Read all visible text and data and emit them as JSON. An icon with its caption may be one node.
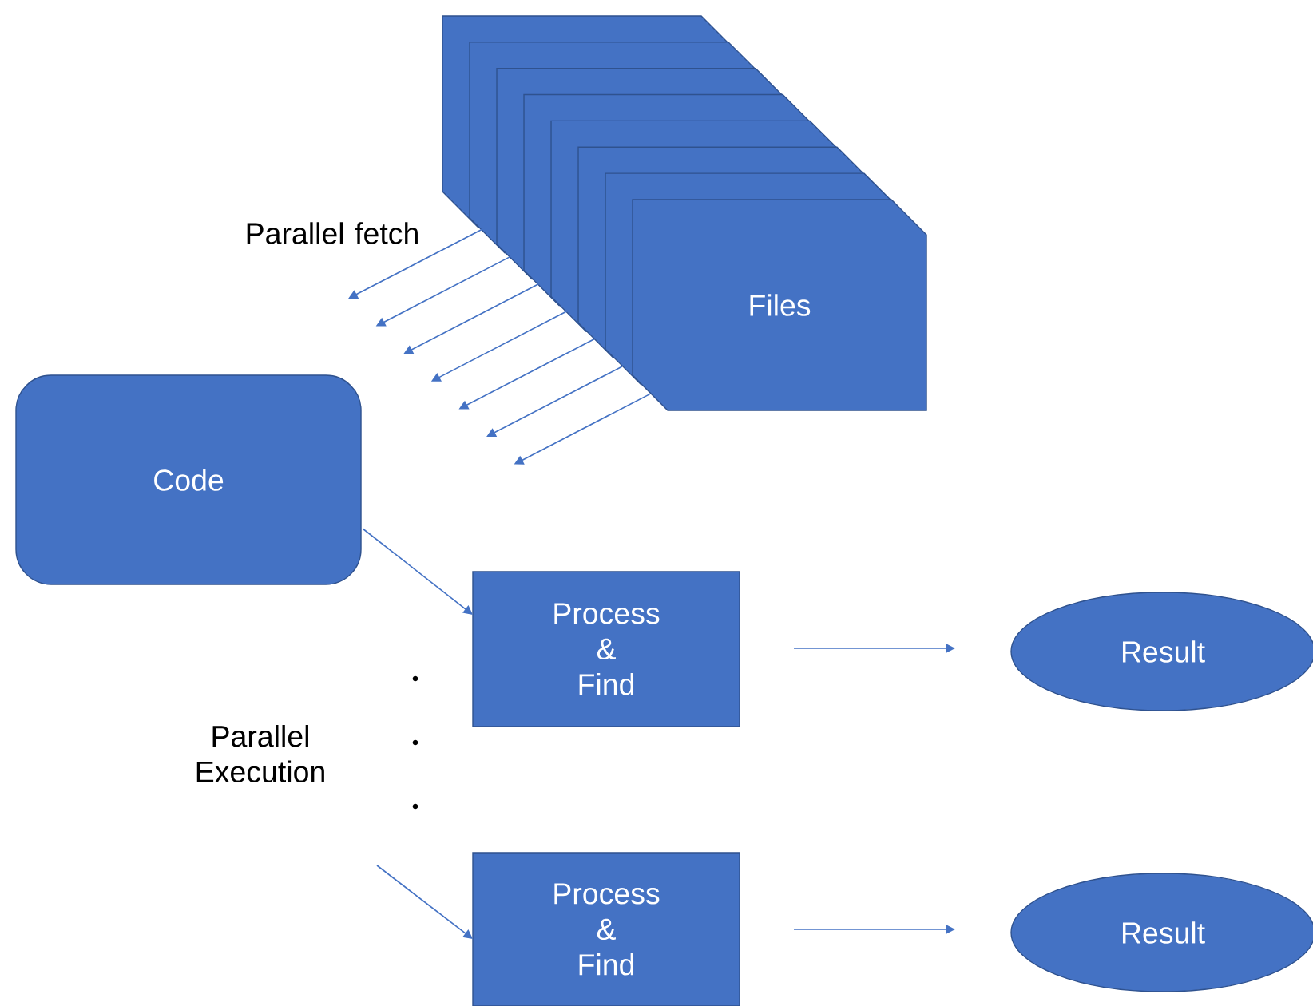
{
  "diagram": {
    "nodes": [
      {
        "text": [
          "Files"
        ]
      },
      {
        "text": [
          "Code"
        ]
      },
      {
        "text": [
          "Process & Find"
        ]
      },
      {
        "text": [
          "Result"
        ]
      },
      {
        "text": [
          "Process & Find"
        ]
      },
      {
        "text": [
          "Result"
        ]
      }
    ],
    "edges": [
      {
        "from": 0,
        "to": null,
        "arrow": "to"
      },
      {
        "from": 0,
        "to": null,
        "arrow": "to"
      },
      {
        "from": 0,
        "to": null,
        "arrow": "to"
      },
      {
        "from": 0,
        "to": null,
        "arrow": "to"
      },
      {
        "from": 0,
        "to": null,
        "arrow": "to"
      },
      {
        "from": 0,
        "to": null,
        "arrow": "to"
      },
      {
        "from": 0,
        "to": null,
        "arrow": "to"
      },
      {
        "from": 1,
        "to": 2,
        "arrow": "to"
      },
      {
        "from": null,
        "to": 4,
        "arrow": "to"
      },
      {
        "from": 2,
        "to": 3,
        "arrow": "to"
      },
      {
        "from": 4,
        "to": 5,
        "arrow": "to"
      }
    ],
    "labels": [
      "Parallel fetch",
      "Parallel Execution"
    ]
  }
}
